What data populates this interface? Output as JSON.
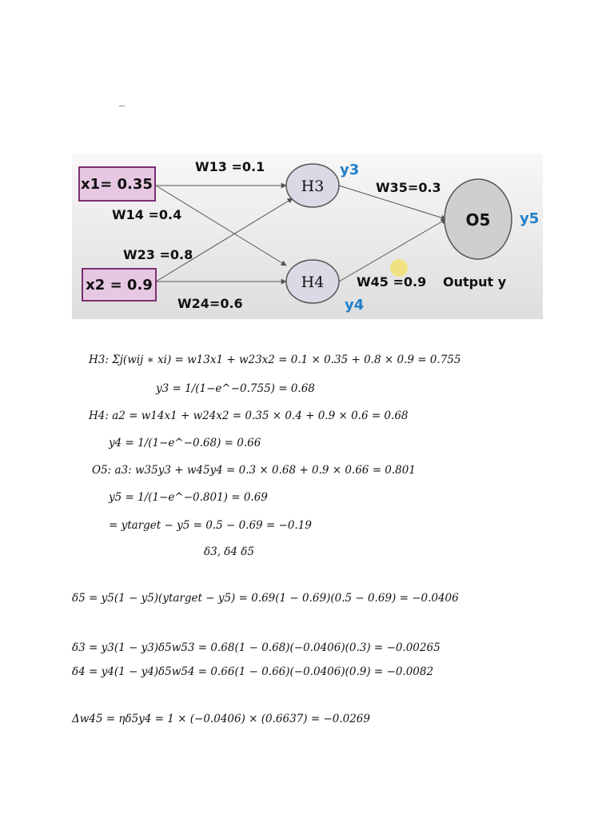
{
  "page": {
    "stray_mark": "_"
  },
  "diagram": {
    "inputs": [
      {
        "label": "x1= 0.35"
      },
      {
        "label": "x2 = 0.9"
      }
    ],
    "hidden": [
      {
        "label": "H3",
        "output": "y3"
      },
      {
        "label": "H4",
        "output": "y4"
      }
    ],
    "output_node": {
      "label": "O5",
      "output": "y5",
      "caption": "Output y"
    },
    "weights": {
      "w13": "W13 =0.1",
      "w14": "W14 =0.4",
      "w23": "W23 =0.8",
      "w24": "W24=0.6",
      "w35": "W35=0.3",
      "w45": "W45 =0.9"
    },
    "colors": {
      "node_fill": "#dcd8e6",
      "input_fill": "#e6c8e2",
      "input_border": "#7a2f70",
      "output_label": "#1f7fc9",
      "background": "#e8e8e8"
    }
  },
  "equations": [
    "H3: Σj(wij ∗ xi) = w13x1 + w23x2 = 0.1 × 0.35 + 0.8 × 0.9 = 0.755",
    "y3 = 1/(1−e^−0.755) = 0.68",
    "H4: a2 = w14x1 + w24x2 = 0.35 × 0.4 + 0.9 × 0.6 = 0.68",
    "y4 = 1/(1−e^−0.68) = 0.66",
    "O5: a3: w35y3 + w45y4 = 0.3 × 0.68 + 0.9 × 0.66 = 0.801",
    "y5 = 1/(1−e^−0.801) = 0.69",
    "= ytarget − y5 = 0.5 − 0.69 = −0.19",
    "δ3, δ4      δ5",
    "δ5 = y5(1 − y5)(ytarget − y5) = 0.69(1 − 0.69)(0.5 − 0.69) = −0.0406",
    "δ3 = y3(1 − y3)δ5w53 = 0.68(1 − 0.68)(−0.0406)(0.3) = −0.00265",
    "δ4 = y4(1 − y4)δ5w54 = 0.66(1 − 0.66)(−0.0406)(0.9) = −0.0082",
    "Δw45 = ηδ5y4 = 1 × (−0.0406) × (0.6637) = −0.0269"
  ]
}
